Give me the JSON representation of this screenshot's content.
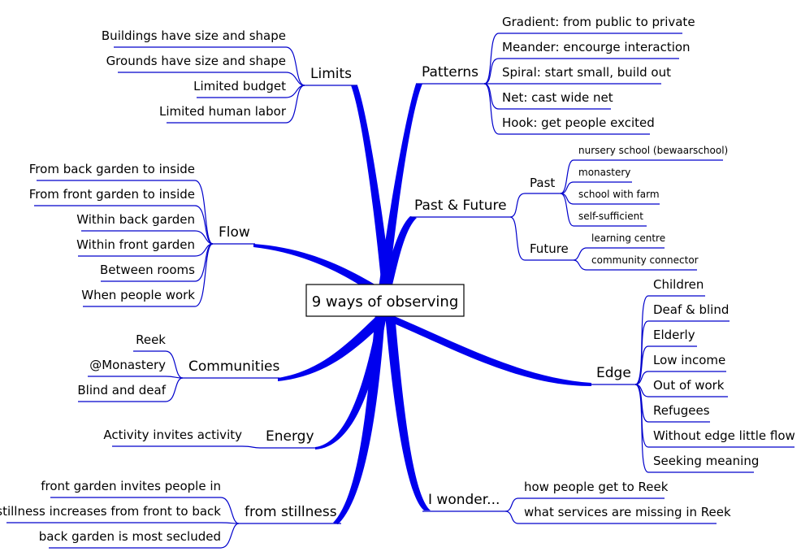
{
  "center": {
    "label": "9 ways of observing"
  },
  "colors": {
    "connector": "#0000ee",
    "leaf_line": "#0000cc",
    "text": "#000000",
    "background": "#ffffff"
  },
  "branches": {
    "limits": {
      "label": "Limits",
      "leaves": [
        "Buildings have size and shape",
        "Grounds have size and shape",
        "Limited budget",
        "Limited human labor"
      ]
    },
    "flow": {
      "label": "Flow",
      "leaves": [
        "From back garden to inside",
        "From front garden to inside",
        "Within back garden",
        "Within front garden",
        "Between rooms",
        "When people work"
      ]
    },
    "communities": {
      "label": "Communities",
      "leaves": [
        "Reek",
        "@Monastery",
        "Blind and deaf"
      ]
    },
    "energy": {
      "label": "Energy",
      "leaves": [
        "Activity invites activity"
      ]
    },
    "stillness": {
      "label": "from stillness",
      "leaves": [
        "front garden invites people in",
        "stillness increases from front to back",
        "back garden is most secluded"
      ]
    },
    "patterns": {
      "label": "Patterns",
      "leaves": [
        "Gradient: from public to private",
        "Meander: encourge interaction",
        "Spiral: start small, build out",
        "Net: cast wide net",
        "Hook: get people excited"
      ]
    },
    "pastfuture": {
      "label": "Past & Future",
      "past": {
        "label": "Past",
        "leaves": [
          "nursery school (bewaarschool)",
          "monastery",
          "school with farm",
          "self-sufficient"
        ]
      },
      "future": {
        "label": "Future",
        "leaves": [
          "learning centre",
          "community connector"
        ]
      }
    },
    "edge": {
      "label": "Edge",
      "leaves": [
        "Children",
        "Deaf & blind",
        "Elderly",
        "Low income",
        "Out of work",
        "Refugees",
        "Without edge little flow",
        "Seeking meaning"
      ]
    },
    "wonder": {
      "label": "I wonder...",
      "leaves": [
        "how people get to Reek",
        "what services are missing in Reek"
      ]
    }
  }
}
